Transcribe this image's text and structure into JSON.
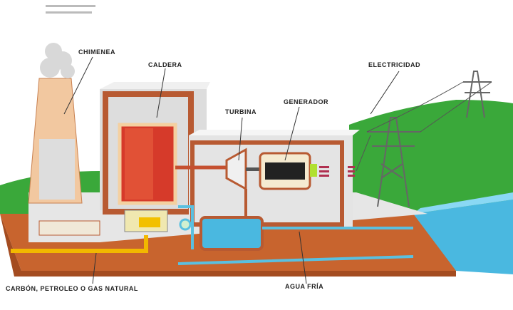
{
  "labels": {
    "chimney": "CHIMENEA",
    "boiler": "CALDERA",
    "turbine": "TURBINA",
    "generator": "GENERADOR",
    "electricity": "ELECTRICIDAD",
    "fuel": "CARBÓN, PETROLEO O GAS NATURAL",
    "cold_water": "AGUA FRÍA"
  },
  "colors": {
    "ground": "#c8642e",
    "wall": "#b85a32",
    "grass": "#3aa83a",
    "water": "#4ab8e0",
    "fuel": "#f2b800",
    "boiler": "#d63a2a"
  }
}
